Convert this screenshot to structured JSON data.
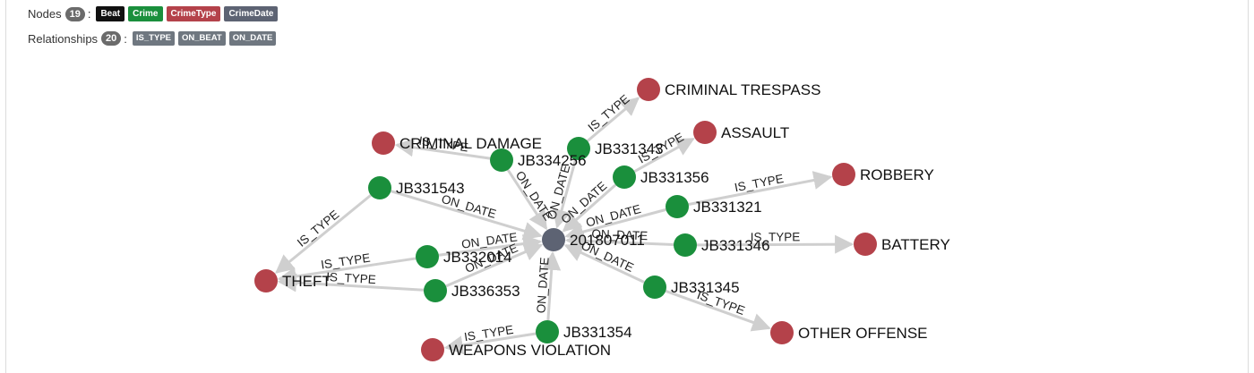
{
  "legend": {
    "nodes_label": "Nodes",
    "nodes_count": "19",
    "rels_label": "Relationships",
    "rels_count": "20",
    "node_types": [
      {
        "name": "Beat",
        "color": "#111111"
      },
      {
        "name": "Crime",
        "color": "#1a8f3c"
      },
      {
        "name": "CrimeType",
        "color": "#b4424a"
      },
      {
        "name": "CrimeDate",
        "color": "#5d6373"
      }
    ],
    "rel_types": [
      "IS_TYPE",
      "ON_BEAT",
      "ON_DATE"
    ]
  },
  "colors": {
    "crime": "#1a8f3c",
    "crimetype": "#b4424a",
    "crimedate": "#5d6373",
    "edge": "#cfcfcf"
  },
  "graph": {
    "nodes": [
      {
        "id": "d",
        "label": "201807011",
        "type": "crimedate"
      },
      {
        "id": "jb331343",
        "label": "JB331343",
        "type": "crime"
      },
      {
        "id": "jb334256",
        "label": "JB334256",
        "type": "crime"
      },
      {
        "id": "jb331356",
        "label": "JB331356",
        "type": "crime"
      },
      {
        "id": "jb331543",
        "label": "JB331543",
        "type": "crime"
      },
      {
        "id": "jb331321",
        "label": "JB331321",
        "type": "crime"
      },
      {
        "id": "jb331346",
        "label": "JB331346",
        "type": "crime"
      },
      {
        "id": "jb332014",
        "label": "JB332014",
        "type": "crime"
      },
      {
        "id": "jb336353",
        "label": "JB336353",
        "type": "crime"
      },
      {
        "id": "jb331345",
        "label": "JB331345",
        "type": "crime"
      },
      {
        "id": "jb331354",
        "label": "JB331354",
        "type": "crime"
      },
      {
        "id": "trespass",
        "label": "CRIMINAL TRESPASS",
        "type": "crimetype"
      },
      {
        "id": "damage",
        "label": "CRIMINAL DAMAGE",
        "type": "crimetype"
      },
      {
        "id": "assault",
        "label": "ASSAULT",
        "type": "crimetype"
      },
      {
        "id": "robbery",
        "label": "ROBBERY",
        "type": "crimetype"
      },
      {
        "id": "battery",
        "label": "BATTERY",
        "type": "crimetype"
      },
      {
        "id": "theft",
        "label": "THEFT",
        "type": "crimetype"
      },
      {
        "id": "other",
        "label": "OTHER OFFENSE",
        "type": "crimetype"
      },
      {
        "id": "weapons",
        "label": "WEAPONS VIOLATION",
        "type": "crimetype"
      }
    ],
    "edges": [
      {
        "from": "jb331343",
        "to": "d",
        "label": "ON_DATE"
      },
      {
        "from": "jb334256",
        "to": "d",
        "label": "ON_DATE"
      },
      {
        "from": "jb331356",
        "to": "d",
        "label": "ON_DATE"
      },
      {
        "from": "jb331543",
        "to": "d",
        "label": "ON_DATE"
      },
      {
        "from": "jb331321",
        "to": "d",
        "label": "ON_DATE"
      },
      {
        "from": "jb331346",
        "to": "d",
        "label": "ON_DATE"
      },
      {
        "from": "jb332014",
        "to": "d",
        "label": "ON_DATE"
      },
      {
        "from": "jb336353",
        "to": "d",
        "label": "ON_DATE"
      },
      {
        "from": "jb331345",
        "to": "d",
        "label": "ON_DATE"
      },
      {
        "from": "jb331354",
        "to": "d",
        "label": "ON_DATE"
      },
      {
        "from": "jb331343",
        "to": "trespass",
        "label": "IS_TYPE"
      },
      {
        "from": "jb334256",
        "to": "damage",
        "label": "IS_TYPE"
      },
      {
        "from": "jb331356",
        "to": "assault",
        "label": "IS_TYPE"
      },
      {
        "from": "jb331543",
        "to": "theft",
        "label": "IS_TYPE"
      },
      {
        "from": "jb331321",
        "to": "robbery",
        "label": "IS_TYPE"
      },
      {
        "from": "jb331346",
        "to": "battery",
        "label": "IS_TYPE"
      },
      {
        "from": "jb332014",
        "to": "theft",
        "label": "IS_TYPE"
      },
      {
        "from": "jb336353",
        "to": "theft",
        "label": "IS_TYPE"
      },
      {
        "from": "jb331345",
        "to": "other",
        "label": "IS_TYPE"
      },
      {
        "from": "jb331354",
        "to": "weapons",
        "label": "IS_TYPE"
      }
    ]
  }
}
